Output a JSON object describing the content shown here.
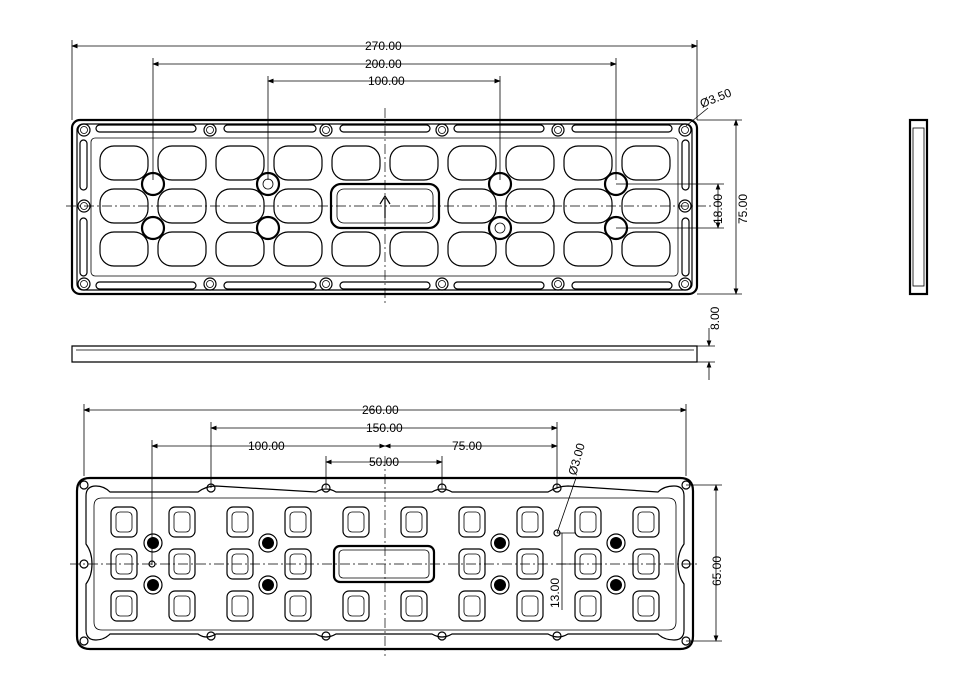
{
  "drawing": {
    "top_view": {
      "dims": {
        "overall_width": "270.00",
        "mid_width": "200.00",
        "inner_width": "100.00",
        "hole_dia": "Ø3.50",
        "row_pitch": "18.00",
        "overall_height": "75.00"
      }
    },
    "side_view": {
      "dims": {
        "thickness": "8.00"
      }
    },
    "bottom_view": {
      "dims": {
        "overall_width": "260.00",
        "mid_width": "150.00",
        "left_offset": "100.00",
        "right_offset": "75.00",
        "inner_width": "50.00",
        "hole_dia": "Ø3.00",
        "row_pitch": "13.00",
        "overall_height": "65.00"
      }
    }
  }
}
